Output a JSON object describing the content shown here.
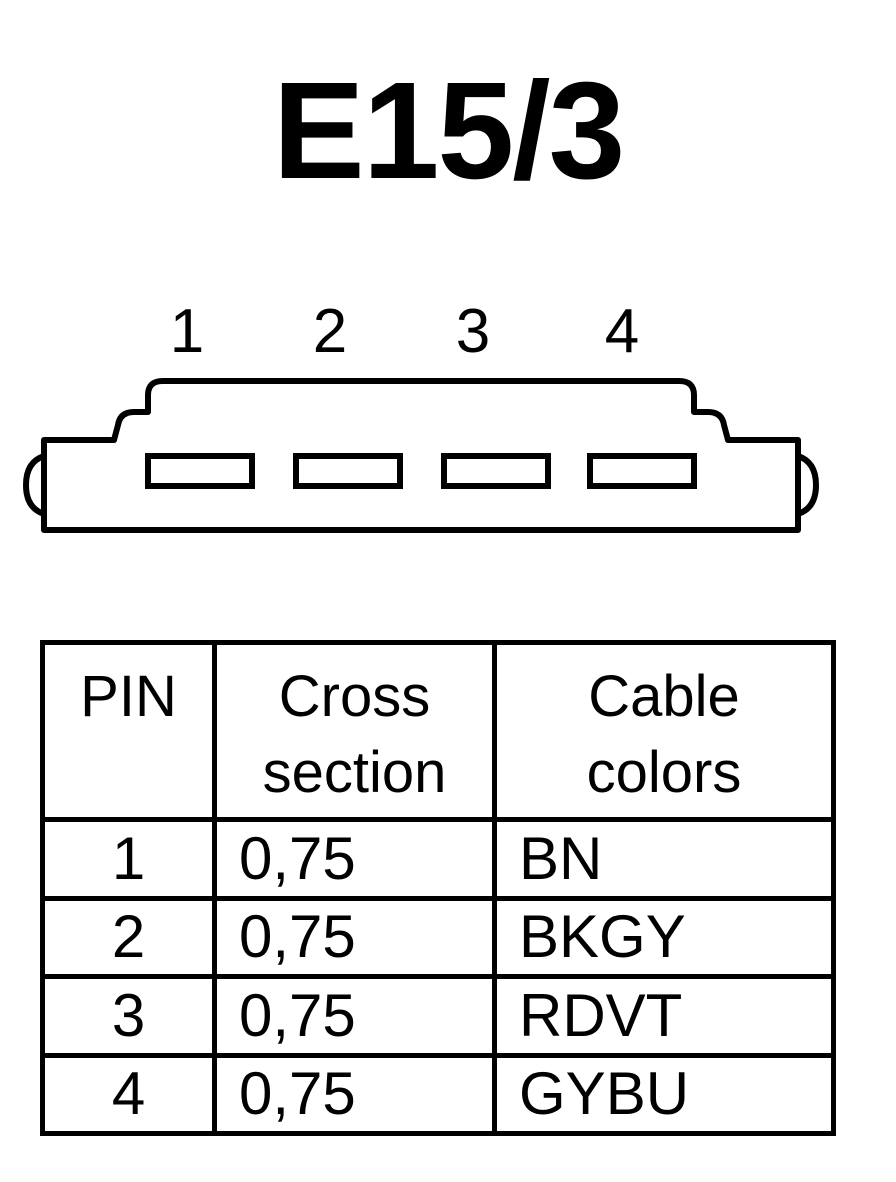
{
  "title": "E15/3",
  "connector": {
    "pin_numbers": [
      "1",
      "2",
      "3",
      "4"
    ]
  },
  "table": {
    "headers": {
      "pin": "PIN",
      "cross_section_line1": "Cross",
      "cross_section_line2": "section",
      "cable_colors_line1": "Cable",
      "cable_colors_line2": "colors"
    },
    "rows": [
      {
        "pin": "1",
        "cross_section": "0,75",
        "color": "BN"
      },
      {
        "pin": "2",
        "cross_section": "0,75",
        "color": "BKGY"
      },
      {
        "pin": "3",
        "cross_section": "0,75",
        "color": "RDVT"
      },
      {
        "pin": "4",
        "cross_section": "0,75",
        "color": "GYBU"
      }
    ]
  }
}
